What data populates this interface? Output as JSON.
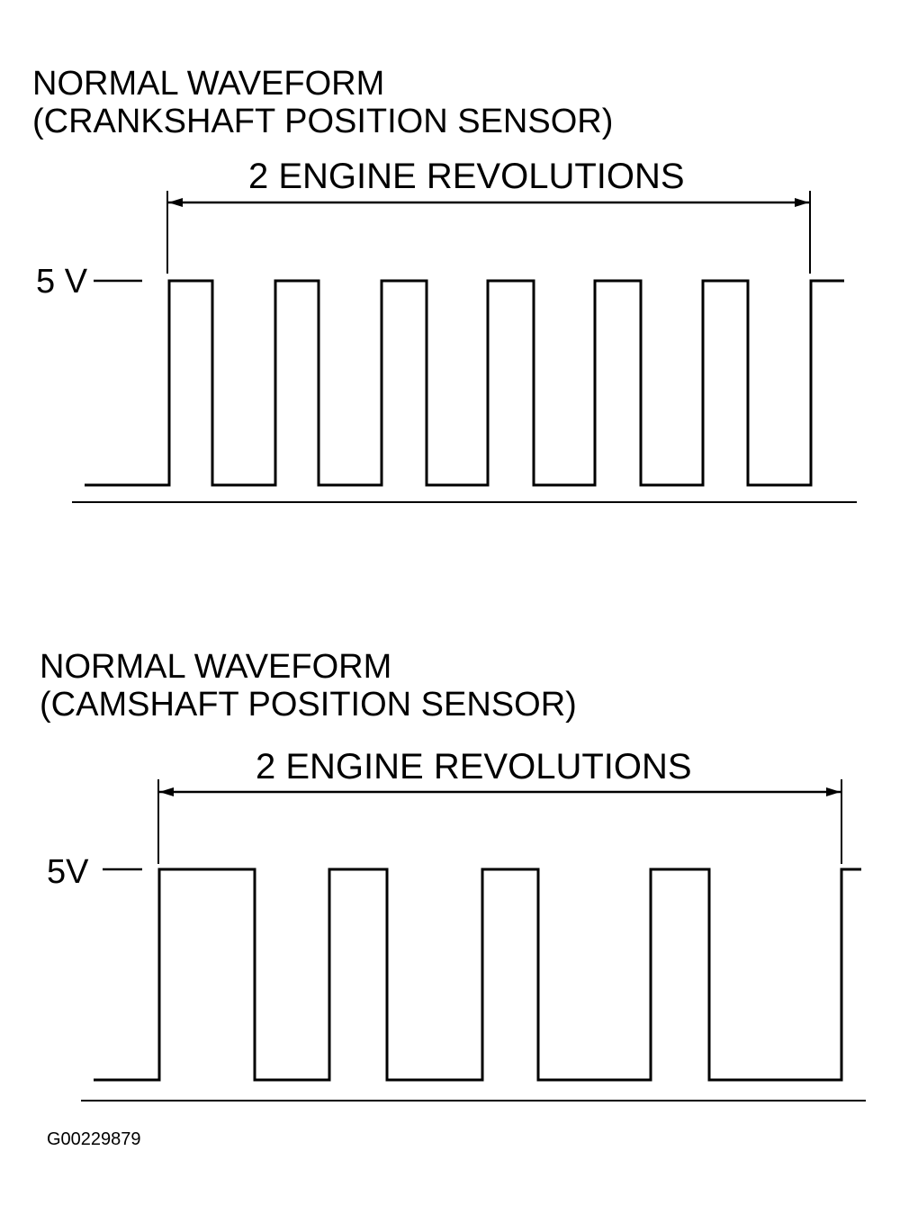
{
  "waveforms": [
    {
      "title_line1": "NORMAL WAVEFORM",
      "title_line2": "(CRANKSHAFT POSITION SENSOR)",
      "span_label": "2 ENGINE REVOLUTIONS",
      "voltage_label": "5 V",
      "pulse_count": 6
    },
    {
      "title_line1": "NORMAL WAVEFORM",
      "title_line2": "(CAMSHAFT POSITION SENSOR)",
      "span_label": "2 ENGINE REVOLUTIONS",
      "voltage_label": "5V",
      "pulse_count": 4
    }
  ],
  "figure_id": "G00229879",
  "colors": {
    "ink": "#000000",
    "background": "#ffffff"
  }
}
